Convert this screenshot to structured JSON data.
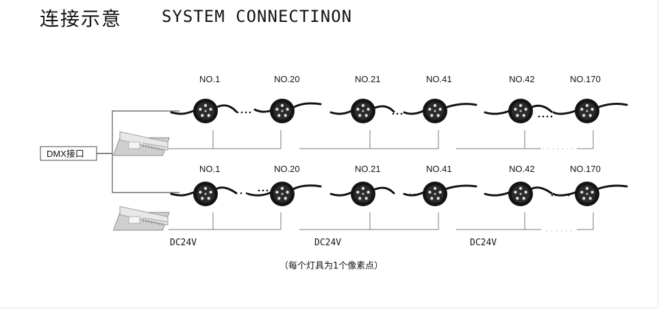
{
  "title": {
    "cn": "连接示意",
    "en": "SYSTEM CONNECTINON"
  },
  "controller_label": "DMX接口",
  "row1_labels": [
    "NO.1",
    "NO.20",
    "NO.21",
    "NO.41",
    "NO.42",
    "NO.170"
  ],
  "row2_labels": [
    "NO.1",
    "NO.20",
    "NO.21",
    "NO.41",
    "NO.42",
    "NO.170"
  ],
  "voltage_labels": [
    "DC24V",
    "DC24V",
    "DC24V"
  ],
  "footnote": "（每个灯具为1个像素点）",
  "colors": {
    "line": "#555555",
    "light": "#1a1a1a",
    "led": "#dddddd"
  }
}
